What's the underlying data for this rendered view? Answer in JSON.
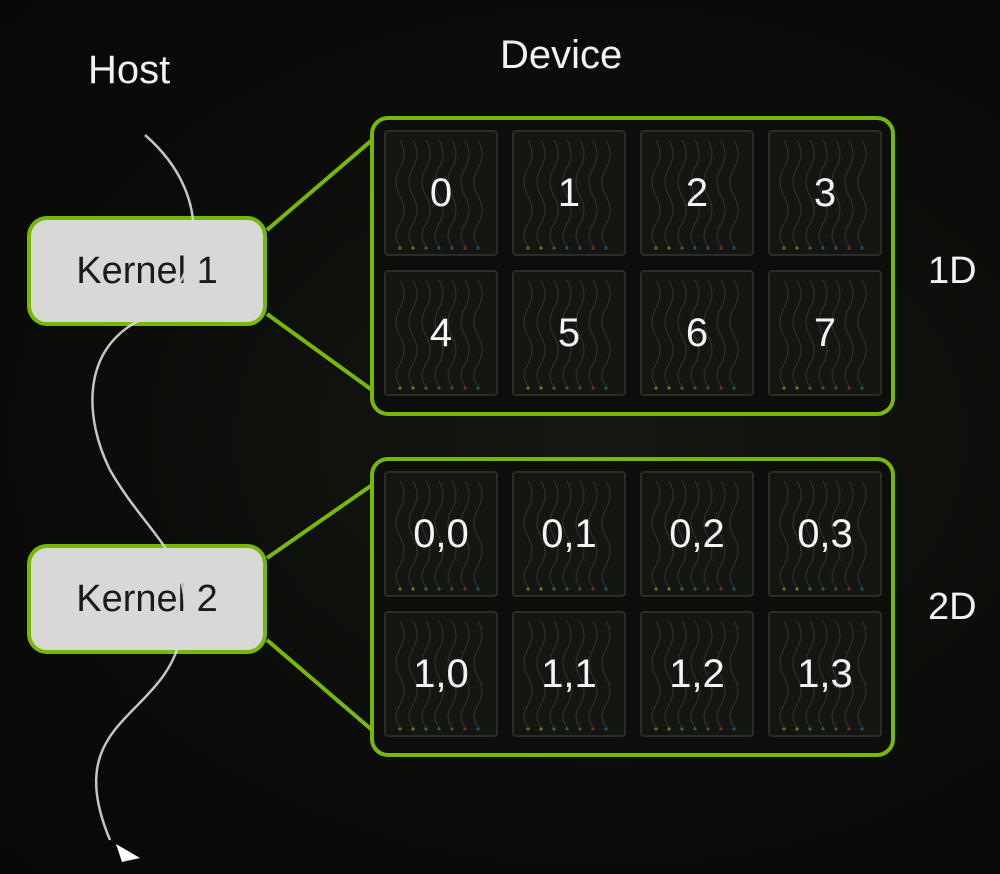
{
  "host": {
    "title": "Host"
  },
  "device": {
    "title": "Device"
  },
  "kernels": [
    {
      "label": "Kernel 1",
      "dimension": "1D",
      "blocks": [
        "0",
        "1",
        "2",
        "3",
        "4",
        "5",
        "6",
        "7"
      ]
    },
    {
      "label": "Kernel 2",
      "dimension": "2D",
      "blocks": [
        "0,0",
        "0,1",
        "0,2",
        "0,3",
        "1,0",
        "1,1",
        "1,2",
        "1,3"
      ]
    }
  ],
  "colors": {
    "accent": "#76b900",
    "kernel_fill": "#d8d8d6",
    "background": "#0c0d0a"
  },
  "icons": {
    "thread": "thread-squiggle-icon",
    "arrow": "arrow-down-icon"
  }
}
